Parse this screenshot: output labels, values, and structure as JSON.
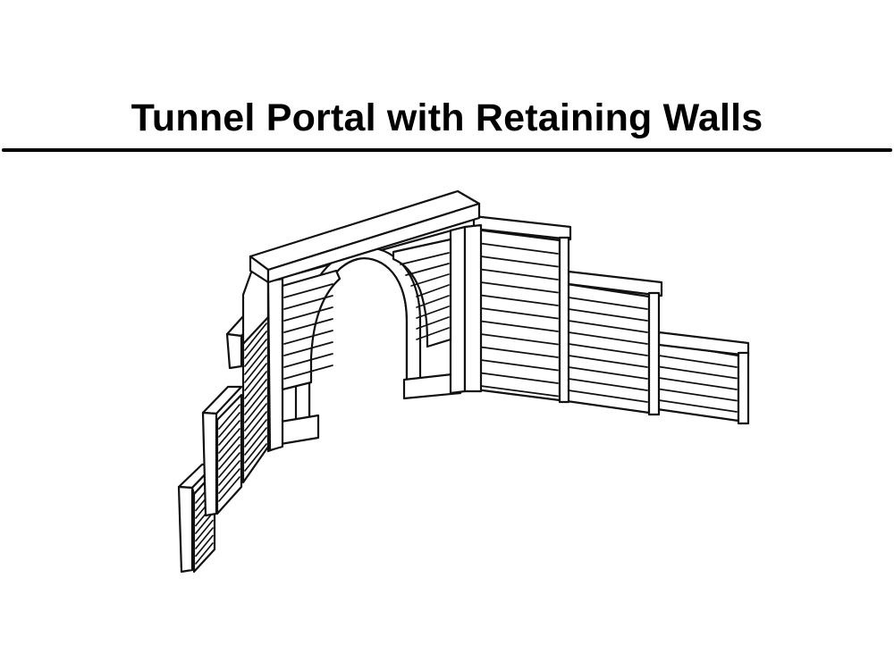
{
  "diagram": {
    "title": "Tunnel Portal with Retaining Walls",
    "ink_color": "#111111",
    "background_color": "#ffffff",
    "parts": [
      {
        "name": "tunnel-portal-arch"
      },
      {
        "name": "portal-cap"
      },
      {
        "name": "left-retaining-wall-stepped"
      },
      {
        "name": "right-retaining-wall-stepped"
      }
    ]
  }
}
